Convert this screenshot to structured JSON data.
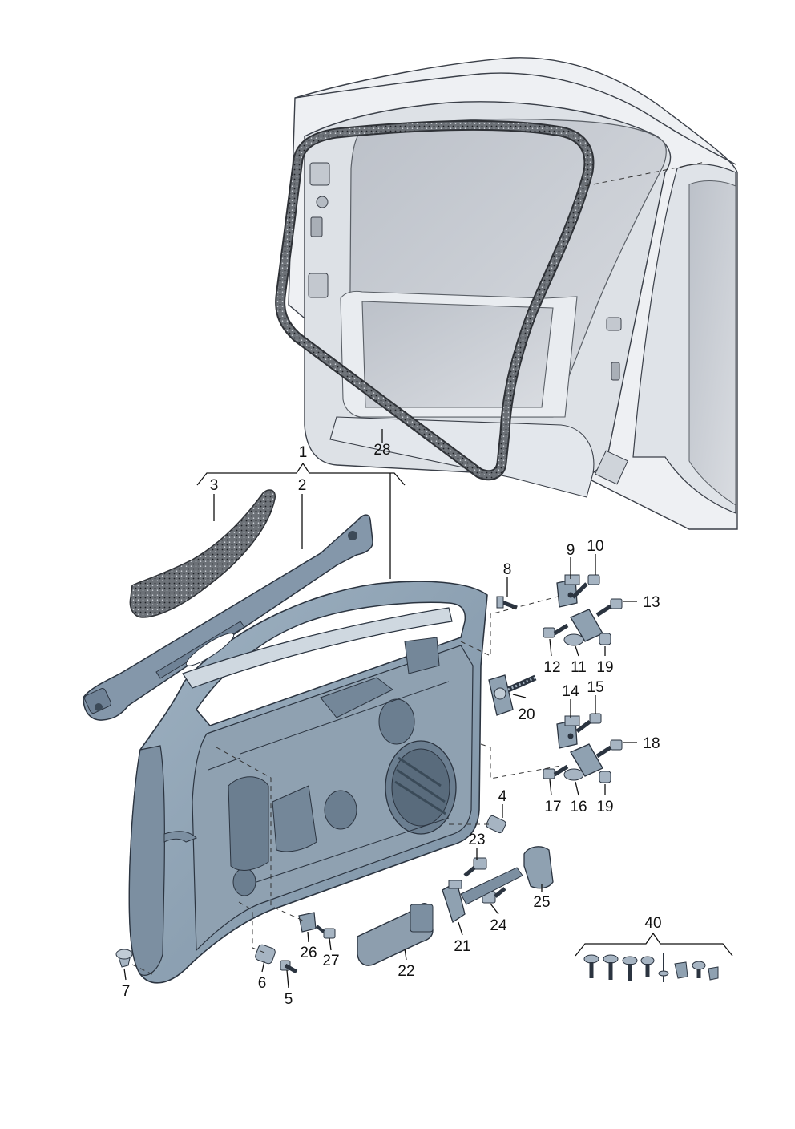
{
  "diagram": {
    "callouts": [
      {
        "id": "c1",
        "text": "1"
      },
      {
        "id": "c2",
        "text": "2"
      },
      {
        "id": "c3",
        "text": "3"
      },
      {
        "id": "c4",
        "text": "4"
      },
      {
        "id": "c5",
        "text": "5"
      },
      {
        "id": "c6",
        "text": "6"
      },
      {
        "id": "c7",
        "text": "7"
      },
      {
        "id": "c8",
        "text": "8"
      },
      {
        "id": "c9",
        "text": "9"
      },
      {
        "id": "c10",
        "text": "10"
      },
      {
        "id": "c11",
        "text": "11"
      },
      {
        "id": "c12",
        "text": "12"
      },
      {
        "id": "c13",
        "text": "13"
      },
      {
        "id": "c14",
        "text": "14"
      },
      {
        "id": "c15",
        "text": "15"
      },
      {
        "id": "c16",
        "text": "16"
      },
      {
        "id": "c17",
        "text": "17"
      },
      {
        "id": "c18",
        "text": "18"
      },
      {
        "id": "c19a",
        "text": "19"
      },
      {
        "id": "c19b",
        "text": "19"
      },
      {
        "id": "c20",
        "text": "20"
      },
      {
        "id": "c21",
        "text": "21"
      },
      {
        "id": "c22",
        "text": "22"
      },
      {
        "id": "c23",
        "text": "23"
      },
      {
        "id": "c24",
        "text": "24"
      },
      {
        "id": "c25",
        "text": "25"
      },
      {
        "id": "c26",
        "text": "26"
      },
      {
        "id": "c27",
        "text": "27"
      },
      {
        "id": "c28",
        "text": "28"
      },
      {
        "id": "c40",
        "text": "40"
      }
    ],
    "colors": {
      "panel": "#8ea3b4",
      "panel_dark": "#5f7385",
      "body_fill": "#e7eaef",
      "glass": "#c9cdd4",
      "seal": "#3e4247",
      "part": "#9aa9b7",
      "line": "#111111"
    }
  }
}
